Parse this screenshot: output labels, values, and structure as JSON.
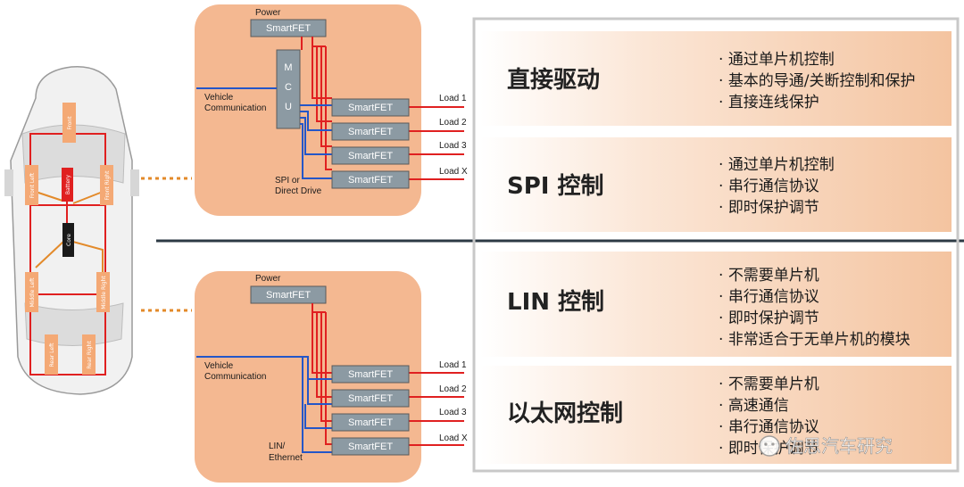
{
  "car": {
    "modules": [
      "Front",
      "Front Left",
      "Front Right",
      "Battery",
      "Core",
      "Middle Left",
      "Middle Right",
      "Rear Left",
      "Rear Right"
    ]
  },
  "top_diagram": {
    "power": "Power",
    "smartfet": "SmartFET",
    "mcu": "MCU",
    "vehicle_comm": [
      "Vehicle",
      "Communication"
    ],
    "loads": [
      "Load 1",
      "Load 2",
      "Load 3",
      "Load X"
    ],
    "interface": [
      "SPI or",
      "Direct Drive"
    ]
  },
  "bottom_diagram": {
    "power": "Power",
    "smartfet": "SmartFET",
    "vehicle_comm": [
      "Vehicle",
      "Communication"
    ],
    "loads": [
      "Load 1",
      "Load 2",
      "Load 3",
      "Load X"
    ],
    "interface": [
      "LIN/",
      "Ethernet"
    ]
  },
  "panels": [
    {
      "title": "直接驱动",
      "bullets": [
        "通过单片机控制",
        "基本的导通/关断控制和保护",
        "直接连线保护"
      ]
    },
    {
      "title": "SPI 控制",
      "bullets": [
        "通过单片机控制",
        "串行通信协议",
        "即时保护调节"
      ]
    },
    {
      "title": "LIN 控制",
      "bullets": [
        "不需要单片机",
        "串行通信协议",
        "即时保护调节",
        "非常适合于无单片机的模块"
      ]
    },
    {
      "title": "以太网控制",
      "bullets": [
        "不需要单片机",
        "高速通信",
        "串行通信协议",
        "即时保护调节"
      ]
    }
  ],
  "watermark": "佐思汽车研究",
  "colors": {
    "orange_block": "#f4b891",
    "smartfet_fill": "#8c9aa3",
    "red_wire": "#e02020",
    "blue_wire": "#2456c8",
    "panel_bg": "#f6cdb0",
    "divider": "#2c3a44"
  }
}
